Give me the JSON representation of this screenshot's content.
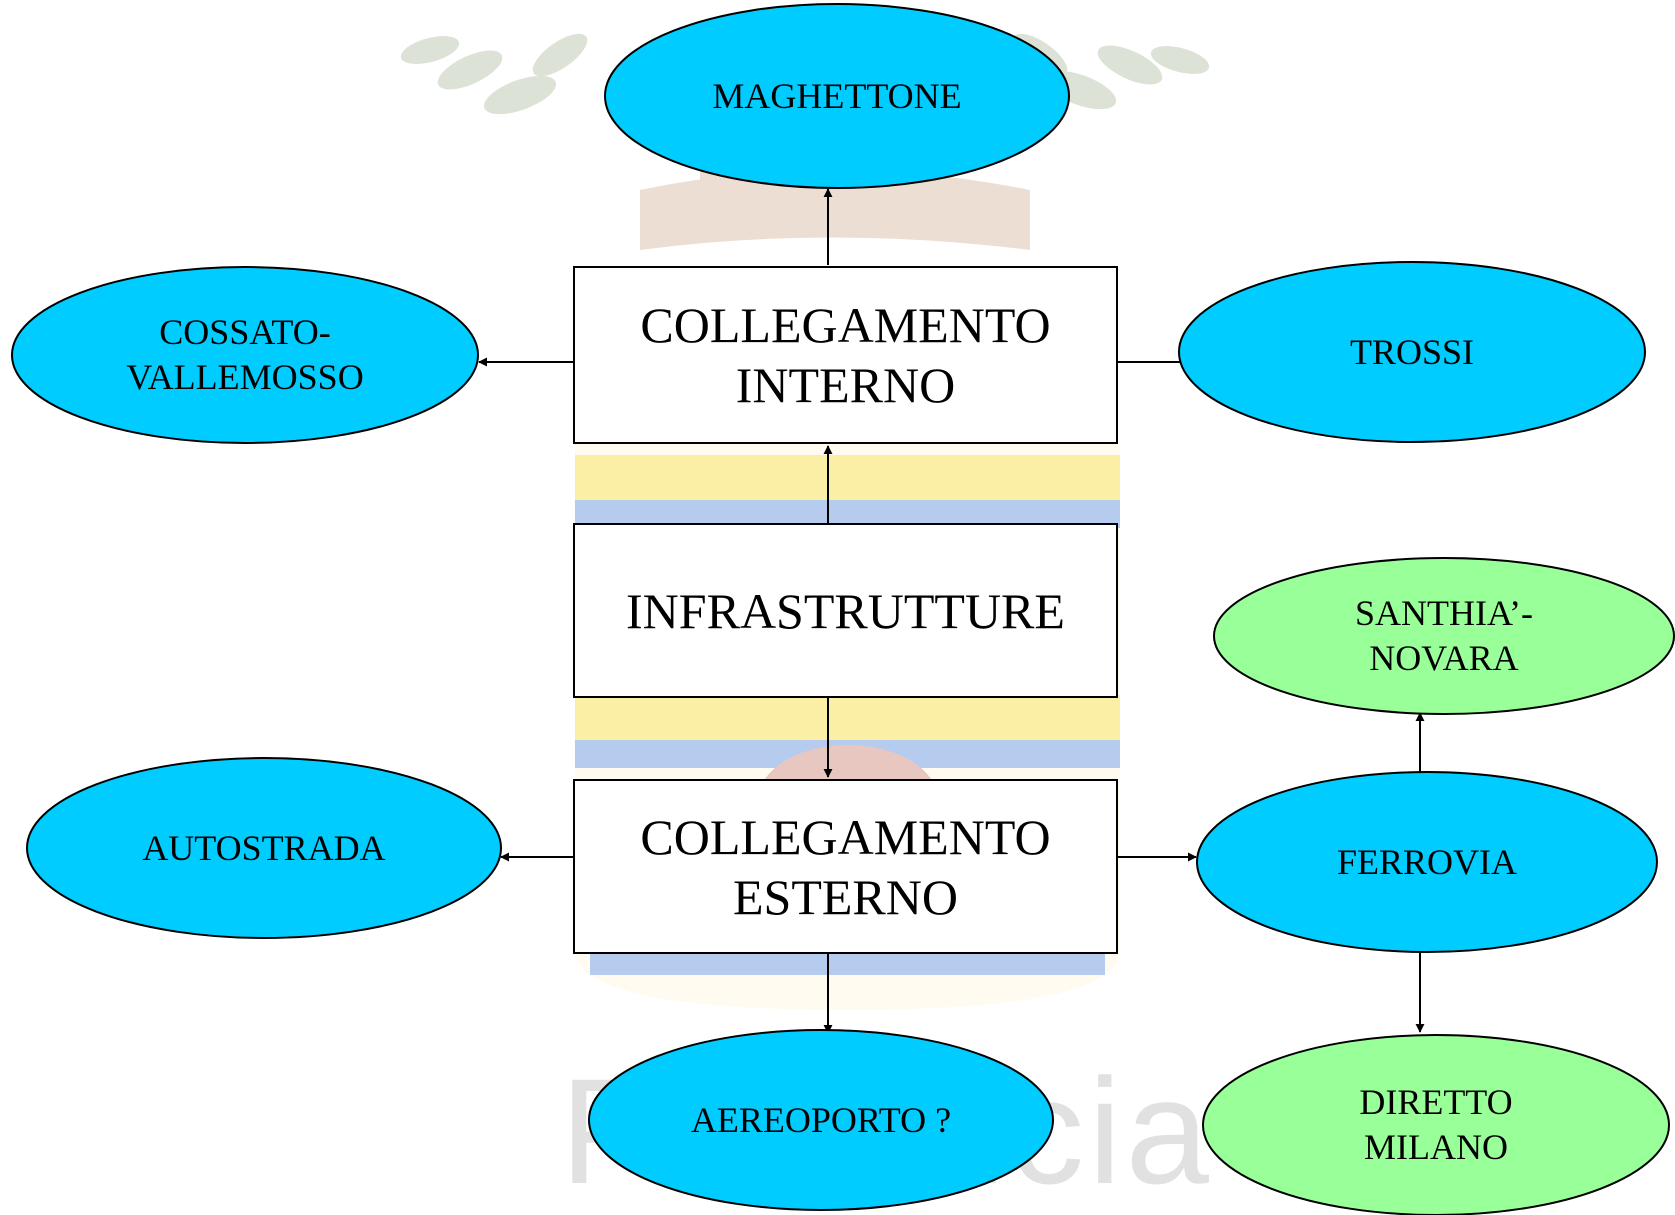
{
  "diagram": {
    "colors": {
      "ellipse_blue": "#00ccff",
      "ellipse_green": "#99ff99",
      "box_fill": "#ffffff",
      "stroke": "#000000"
    },
    "boxes": {
      "infrastrutture": {
        "lines": [
          "INFRASTRUTTURE"
        ]
      },
      "collegamento_interno": {
        "lines": [
          "COLLEGAMENTO",
          "INTERNO"
        ]
      },
      "collegamento_esterno": {
        "lines": [
          "COLLEGAMENTO",
          "ESTERNO"
        ]
      }
    },
    "ellipses": {
      "maghettone": {
        "text": "MAGHETTONE",
        "color": "blue"
      },
      "cossato": {
        "text": "COSSATO-\nVALLEMOSSO",
        "color": "blue"
      },
      "trossi": {
        "text": "TROSSI",
        "color": "blue"
      },
      "autostrada": {
        "text": "AUTOSTRADA",
        "color": "blue"
      },
      "ferrovia": {
        "text": "FERROVIA",
        "color": "blue"
      },
      "aereoporto": {
        "text": "AEREOPORTO ?",
        "color": "blue"
      },
      "santhia": {
        "text": "SANTHIA’-\nNOVARA",
        "color": "green"
      },
      "diretto": {
        "text": "DIRETTO\nMILANO",
        "color": "green"
      }
    },
    "edges": [
      {
        "from": "INFRASTRUTTURE",
        "to": "COLLEGAMENTO INTERNO"
      },
      {
        "from": "INFRASTRUTTURE",
        "to": "COLLEGAMENTO ESTERNO"
      },
      {
        "from": "COLLEGAMENTO INTERNO",
        "to": "MAGHETTONE"
      },
      {
        "from": "COLLEGAMENTO INTERNO",
        "to": "COSSATO-VALLEMOSSO"
      },
      {
        "from": "COLLEGAMENTO INTERNO",
        "to": "TROSSI"
      },
      {
        "from": "COLLEGAMENTO ESTERNO",
        "to": "AUTOSTRADA"
      },
      {
        "from": "COLLEGAMENTO ESTERNO",
        "to": "FERROVIA"
      },
      {
        "from": "COLLEGAMENTO ESTERNO",
        "to": "AEREOPORTO ?"
      },
      {
        "from": "FERROVIA",
        "to": "SANTHIA’-NOVARA"
      },
      {
        "from": "FERROVIA",
        "to": "DIRETTO MILANO"
      }
    ],
    "watermark": {
      "text": "Provincia",
      "icon": "province-crest-icon"
    }
  }
}
